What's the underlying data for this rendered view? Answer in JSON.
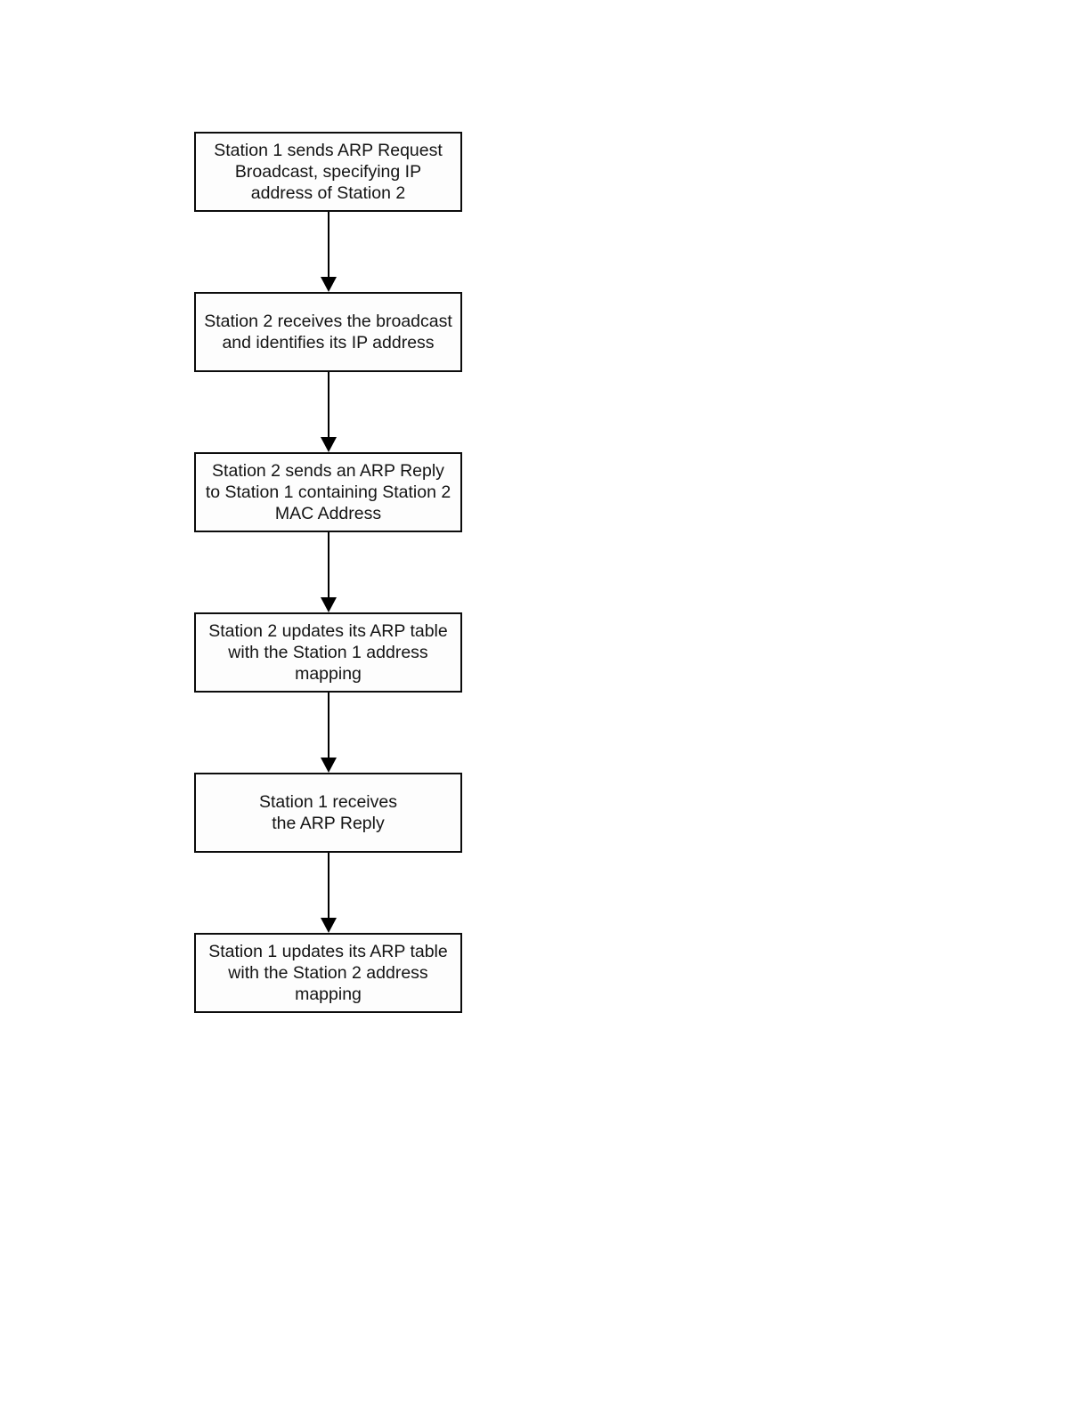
{
  "diagram": {
    "box_border_color": "#0c0c0c",
    "box_fill_color": "#fdfdfd",
    "arrow_color": "#000000",
    "text_color": "#141414",
    "steps": [
      {
        "label": "Station 1 sends ARP Request\nBroadcast, specifying IP\naddress of Station 2"
      },
      {
        "label": "Station 2 receives the broadcast\nand identifies its IP address"
      },
      {
        "label": "Station 2 sends an ARP Reply\nto Station 1 containing Station 2\nMAC Address"
      },
      {
        "label": "Station 2 updates its ARP table\nwith the Station 1 address\nmapping"
      },
      {
        "label": "Station 1 receives\nthe ARP Reply"
      },
      {
        "label": "Station 1 updates its ARP table\nwith the Station 2 address\nmapping"
      }
    ]
  }
}
